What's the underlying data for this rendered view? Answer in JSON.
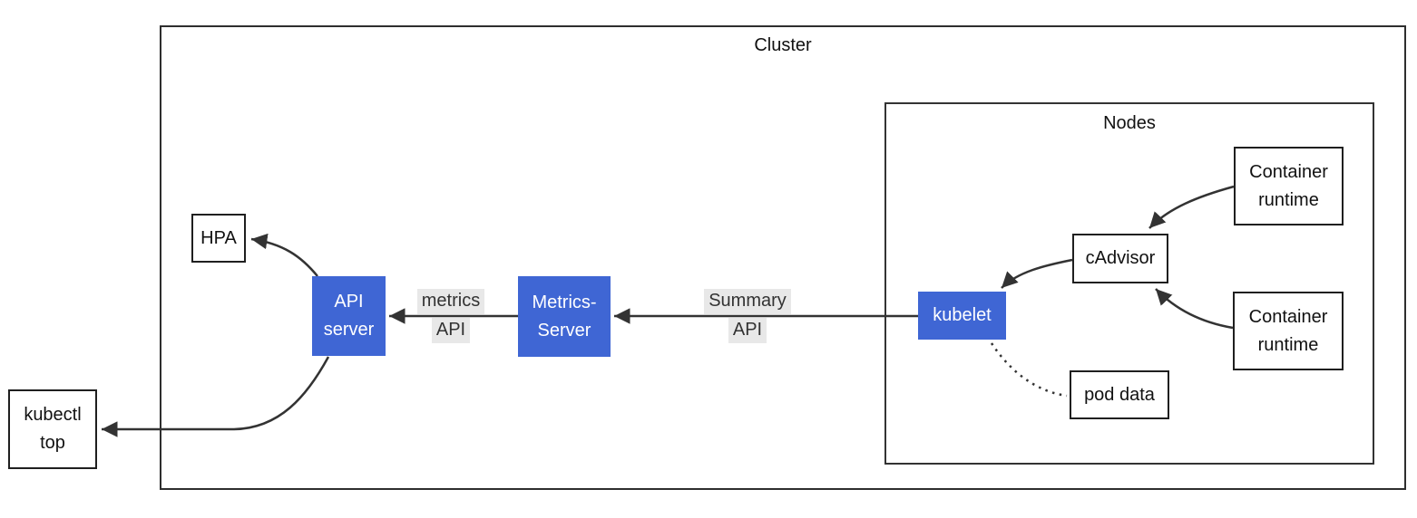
{
  "colors": {
    "accent_blue": "#3f66d4",
    "label_bg": "#e8e8e8",
    "line": "#333333"
  },
  "cluster": {
    "label": "Cluster"
  },
  "nodes_group": {
    "label": "Nodes"
  },
  "nodes": {
    "hpa": {
      "lines": [
        "HPA"
      ]
    },
    "kubectl_top": {
      "lines": [
        "kubectl",
        "top"
      ]
    },
    "api_server": {
      "lines": [
        "API",
        "server"
      ]
    },
    "metrics_server": {
      "lines": [
        "Metrics-",
        "Server"
      ]
    },
    "kubelet": {
      "lines": [
        "kubelet"
      ]
    },
    "cadvisor": {
      "lines": [
        "cAdvisor"
      ]
    },
    "container_runtime_top": {
      "lines": [
        "Container",
        "runtime"
      ]
    },
    "container_runtime_bottom": {
      "lines": [
        "Container",
        "runtime"
      ]
    },
    "pod_data": {
      "lines": [
        "pod data"
      ]
    }
  },
  "edge_labels": {
    "metrics_api": {
      "lines": [
        "metrics",
        "API"
      ]
    },
    "summary_api": {
      "lines": [
        "Summary",
        "API"
      ]
    }
  }
}
